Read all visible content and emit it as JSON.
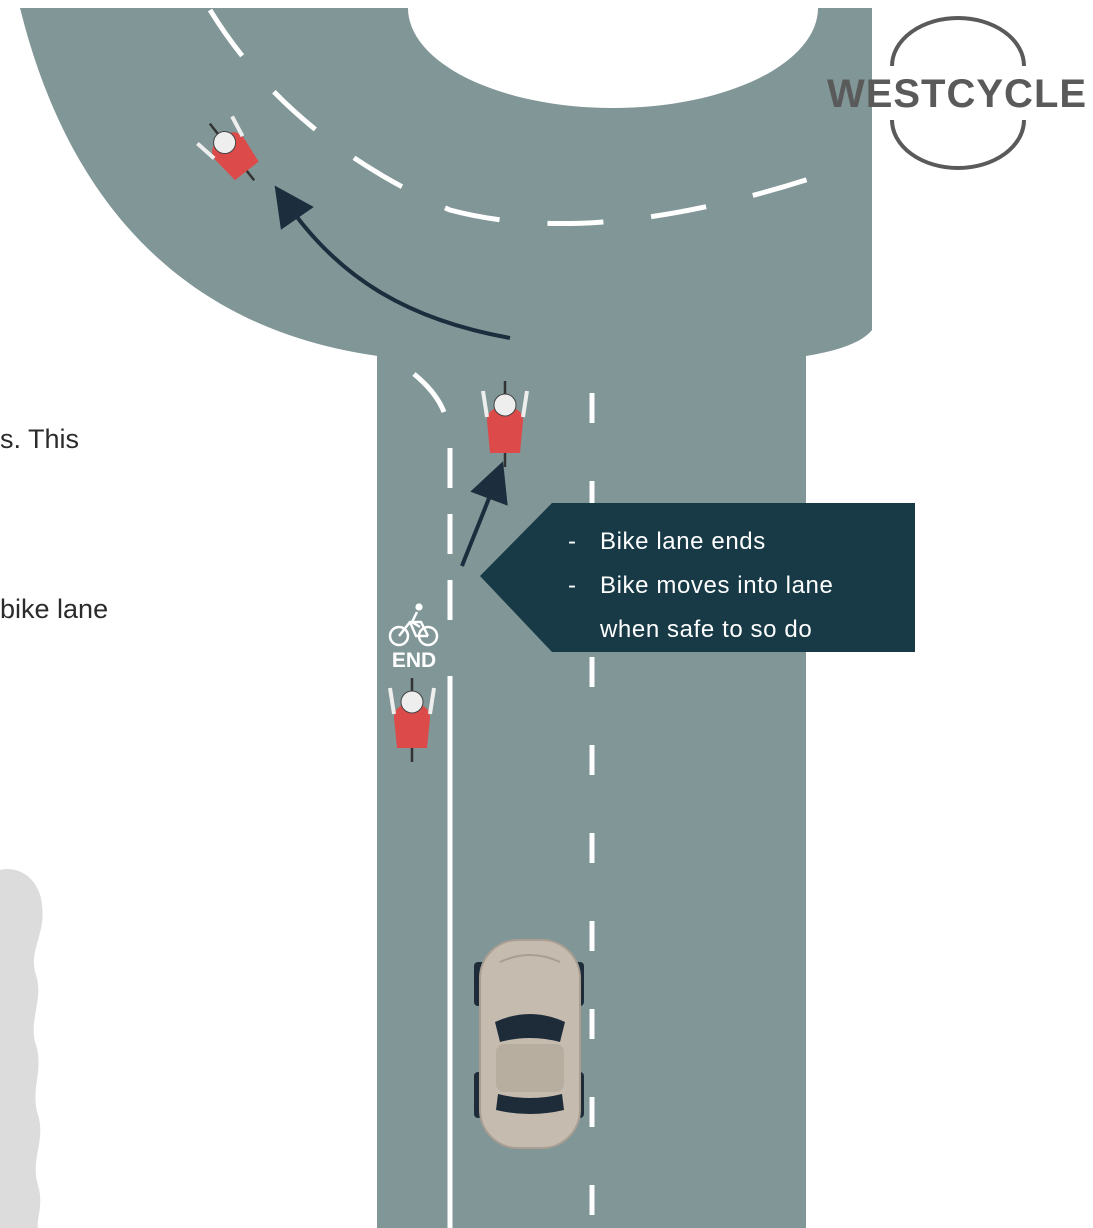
{
  "logo": {
    "text": "WESTCYCLE"
  },
  "road_marking": {
    "end_label": "END",
    "bike_symbol": "bicycle-icon"
  },
  "callout": {
    "bullet": "-",
    "line1": "Bike lane ends",
    "line2": "Bike moves into lane",
    "line3": "when safe to so do"
  },
  "cropped_text": {
    "fragment_1": "s. This",
    "fragment_2": "bike lane"
  },
  "colors": {
    "road": "#809697",
    "marking": "#ffffff",
    "callout_bg": "#173a46",
    "cyclist_shirt": "#dd4a4a",
    "car_body": "#c5bbaf",
    "logo": "#5a5a5a",
    "arrow": "#1c2e3d",
    "decor_shape": "#dcdcdc"
  }
}
